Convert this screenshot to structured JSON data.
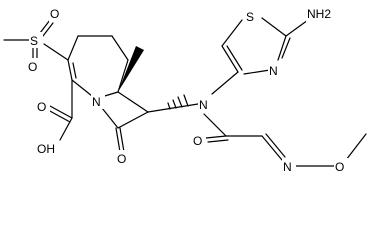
{
  "atoms": {
    "s_sulfonyl": "S",
    "o_sulfonyl_upper": "O",
    "o_sulfonyl_lower": "O",
    "n_ring": "N",
    "o_acid": "O",
    "oh_acid": "OH",
    "o_lactam": "O",
    "n_amide": "N",
    "o_amide": "O",
    "n_oxime": "N",
    "o_methoxy": "O",
    "s_thiazole": "S",
    "n_thiazole": "N",
    "nh2": "NH2"
  },
  "colors": {
    "ink": "#000000",
    "background": "#ffffff"
  }
}
